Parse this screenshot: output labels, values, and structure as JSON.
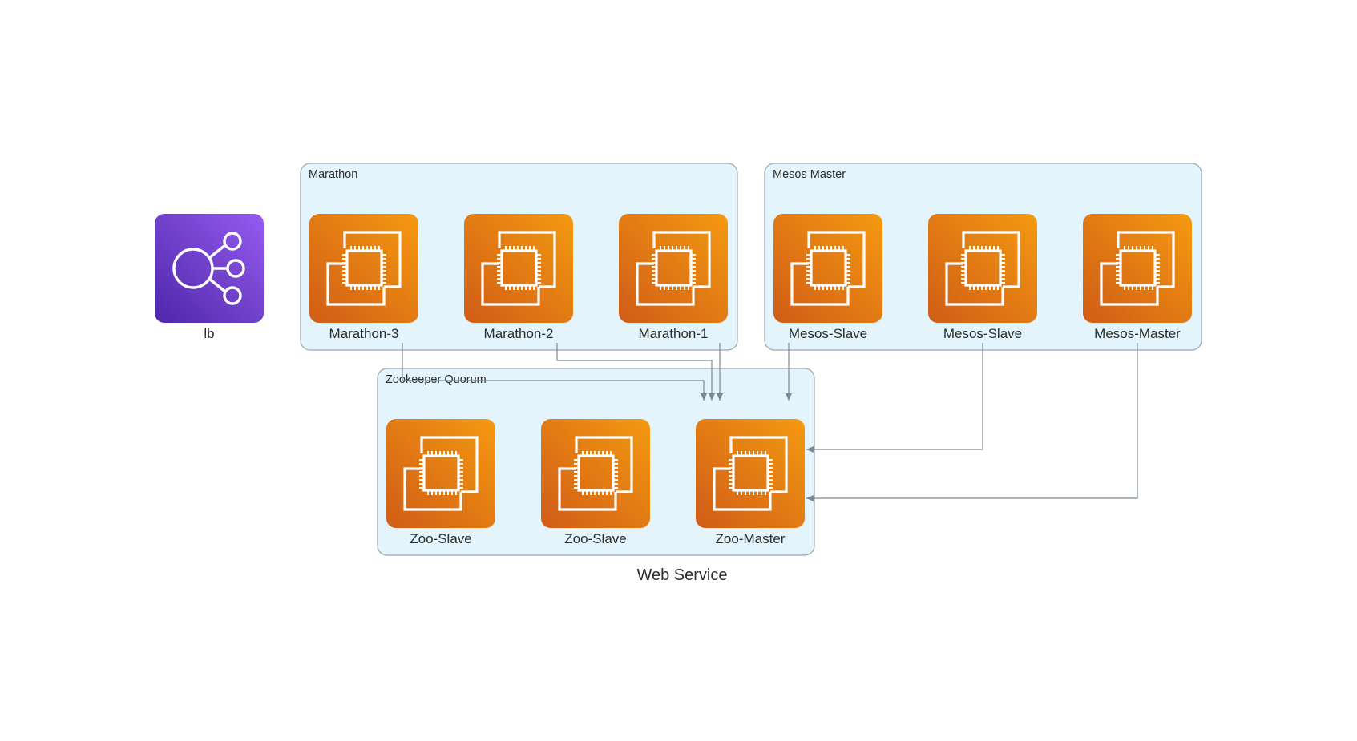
{
  "colors": {
    "cluster_fill": "#e3f4fc",
    "cluster_stroke": "#9aa7b1",
    "ec2_light": "#f49a10",
    "ec2_dark": "#d05c17",
    "elb_light": "#955bf0",
    "elb_dark": "#4e27a8",
    "edge": "#7b8894"
  },
  "diagram": {
    "title": "Web Service",
    "load_balancer": {
      "label": "lb",
      "icon": "elastic-load-balancer-icon"
    },
    "clusters": {
      "marathon": {
        "label": "Marathon",
        "nodes": [
          {
            "label": "Marathon-3",
            "icon": "ec2-instances-icon"
          },
          {
            "label": "Marathon-2",
            "icon": "ec2-instances-icon"
          },
          {
            "label": "Marathon-1",
            "icon": "ec2-instances-icon"
          }
        ]
      },
      "mesos": {
        "label": "Mesos Master",
        "nodes": [
          {
            "label": "Mesos-Slave",
            "icon": "ec2-instances-icon"
          },
          {
            "label": "Mesos-Slave",
            "icon": "ec2-instances-icon"
          },
          {
            "label": "Mesos-Master",
            "icon": "ec2-instances-icon"
          }
        ]
      },
      "zookeeper": {
        "label": "Zookeeper Quorum",
        "nodes": [
          {
            "label": "Zoo-Slave",
            "icon": "ec2-instances-icon"
          },
          {
            "label": "Zoo-Slave",
            "icon": "ec2-instances-icon"
          },
          {
            "label": "Zoo-Master",
            "icon": "ec2-instances-icon"
          }
        ]
      }
    },
    "edges": [
      {
        "from": "Marathon-3",
        "to": "Zoo-Master"
      },
      {
        "from": "Marathon-2",
        "to": "Zoo-Master"
      },
      {
        "from": "Marathon-1",
        "to": "Zoo-Master"
      },
      {
        "from": "Mesos-Slave",
        "to": "Zoo-Master"
      },
      {
        "from": "Mesos-Slave",
        "to": "Zoo-Master"
      },
      {
        "from": "Mesos-Master",
        "to": "Zoo-Master"
      }
    ]
  }
}
